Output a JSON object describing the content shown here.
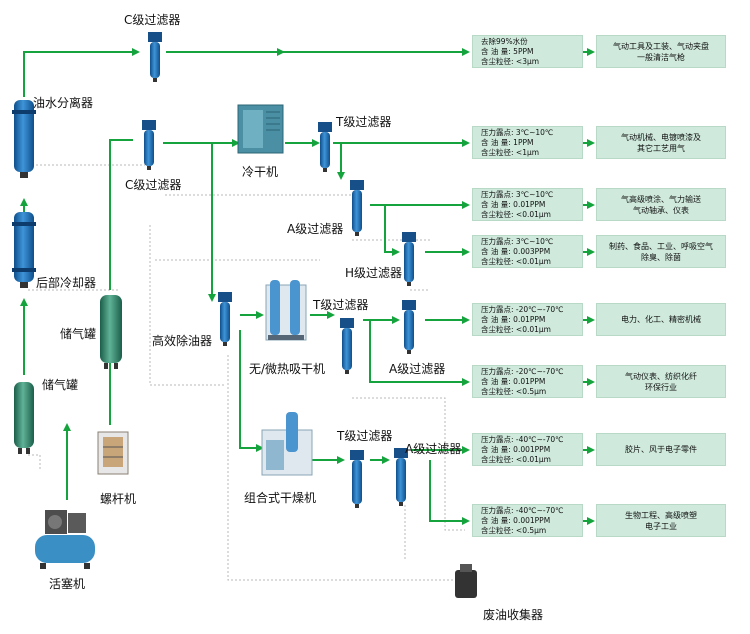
{
  "colors": {
    "pipe": "#14a33c",
    "drain": "#b8b8b8",
    "box": "#cfeadd",
    "tank": "#1f72b8",
    "filter": "#2a78c4",
    "storage": "#2f8b6d"
  },
  "labels": {
    "c_filter_top": "C级过滤器",
    "oil_water_separator": "油水分离器",
    "t_filter_1": "T级过滤器",
    "c_filter_2": "C级过滤器",
    "refrigerated_dryer": "冷干机",
    "a_filter_1": "A级过滤器",
    "rear_cooler": "后部冷却器",
    "h_filter": "H级过滤器",
    "storage_tank_1": "储气罐",
    "t_filter_2": "T级过滤器",
    "efficient_oil_remover": "高效除油器",
    "desiccant_dryer": "无/微热吸干机",
    "storage_tank_2": "储气罐",
    "a_filter_2": "A级过滤器",
    "t_filter_3": "T级过滤器",
    "a_filter_3": "A级过滤器",
    "screw_compressor": "螺杆机",
    "combined_dryer": "组合式干燥机",
    "piston_compressor": "活塞机",
    "waste_oil_collector": "废油收集器"
  },
  "outputs": [
    {
      "spec": [
        "去除99%水份",
        "含 油 量: 5PPM",
        "含尘粒径: <3μm"
      ],
      "application": [
        "气动工具及工装、气动夹盘",
        "一般清洁气枪"
      ]
    },
    {
      "spec": [
        "压力露点: 3℃~10℃",
        "含 油 量: 1PPM",
        "含尘粒径: <1μm"
      ],
      "application": [
        "气动机械、电镀喷漆及",
        "其它工艺用气"
      ]
    },
    {
      "spec": [
        "压力露点: 3℃~10℃",
        "含 油 量: 0.01PPM",
        "含尘粒径: <0.01μm"
      ],
      "application": [
        "气高级喷涂、气力输送",
        "气动轴承、仪表"
      ]
    },
    {
      "spec": [
        "压力露点: 3℃~10℃",
        "含 油 量: 0.003PPM",
        "含尘粒径: <0.01μm"
      ],
      "application": [
        "制药、食品、工业、呼吸空气",
        "除臭、除菌"
      ]
    },
    {
      "spec": [
        "压力露点: -20℃~-70℃",
        "含 油 量: 0.01PPM",
        "含尘粒径: <0.01μm"
      ],
      "application": [
        "电力、化工、精密机械"
      ]
    },
    {
      "spec": [
        "压力露点: -20℃~-70℃",
        "含 油 量: 0.01PPM",
        "含尘粒径: <0.5μm"
      ],
      "application": [
        "气动仪表、纺织化纤",
        "环保行业"
      ]
    },
    {
      "spec": [
        "压力露点: -40℃~-70℃",
        "含 油 量: 0.001PPM",
        "含尘粒径: <0.01μm"
      ],
      "application": [
        "胶片、风于电子零件"
      ]
    },
    {
      "spec": [
        "压力露点: -40℃~-70℃",
        "含 油 量: 0.001PPM",
        "含尘粒径: <0.5μm"
      ],
      "application": [
        "生物工程、高级喷塑",
        "电子工业"
      ]
    }
  ]
}
